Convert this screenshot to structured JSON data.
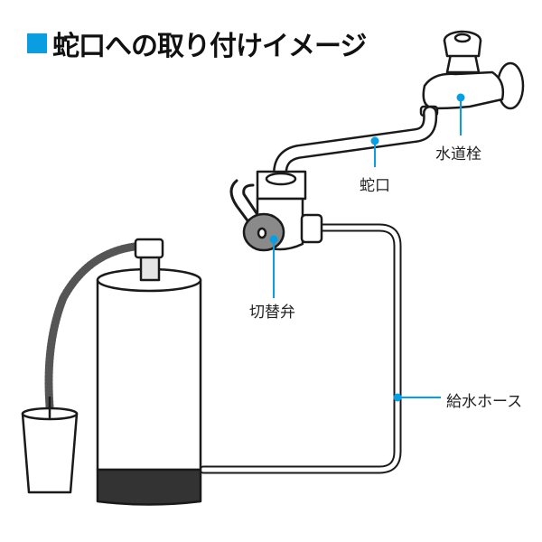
{
  "title": "蛇口への取り付けイメージ",
  "labels": {
    "faucet_tap": "水道栓",
    "faucet": "蛇口",
    "switch_valve": "切替弁",
    "supply_hose": "給水ホース"
  },
  "colors": {
    "accent": "#0a9ee0",
    "outline": "#1a1a1a",
    "valve_gray": "#8a8a8a",
    "base_dark": "#333333"
  }
}
